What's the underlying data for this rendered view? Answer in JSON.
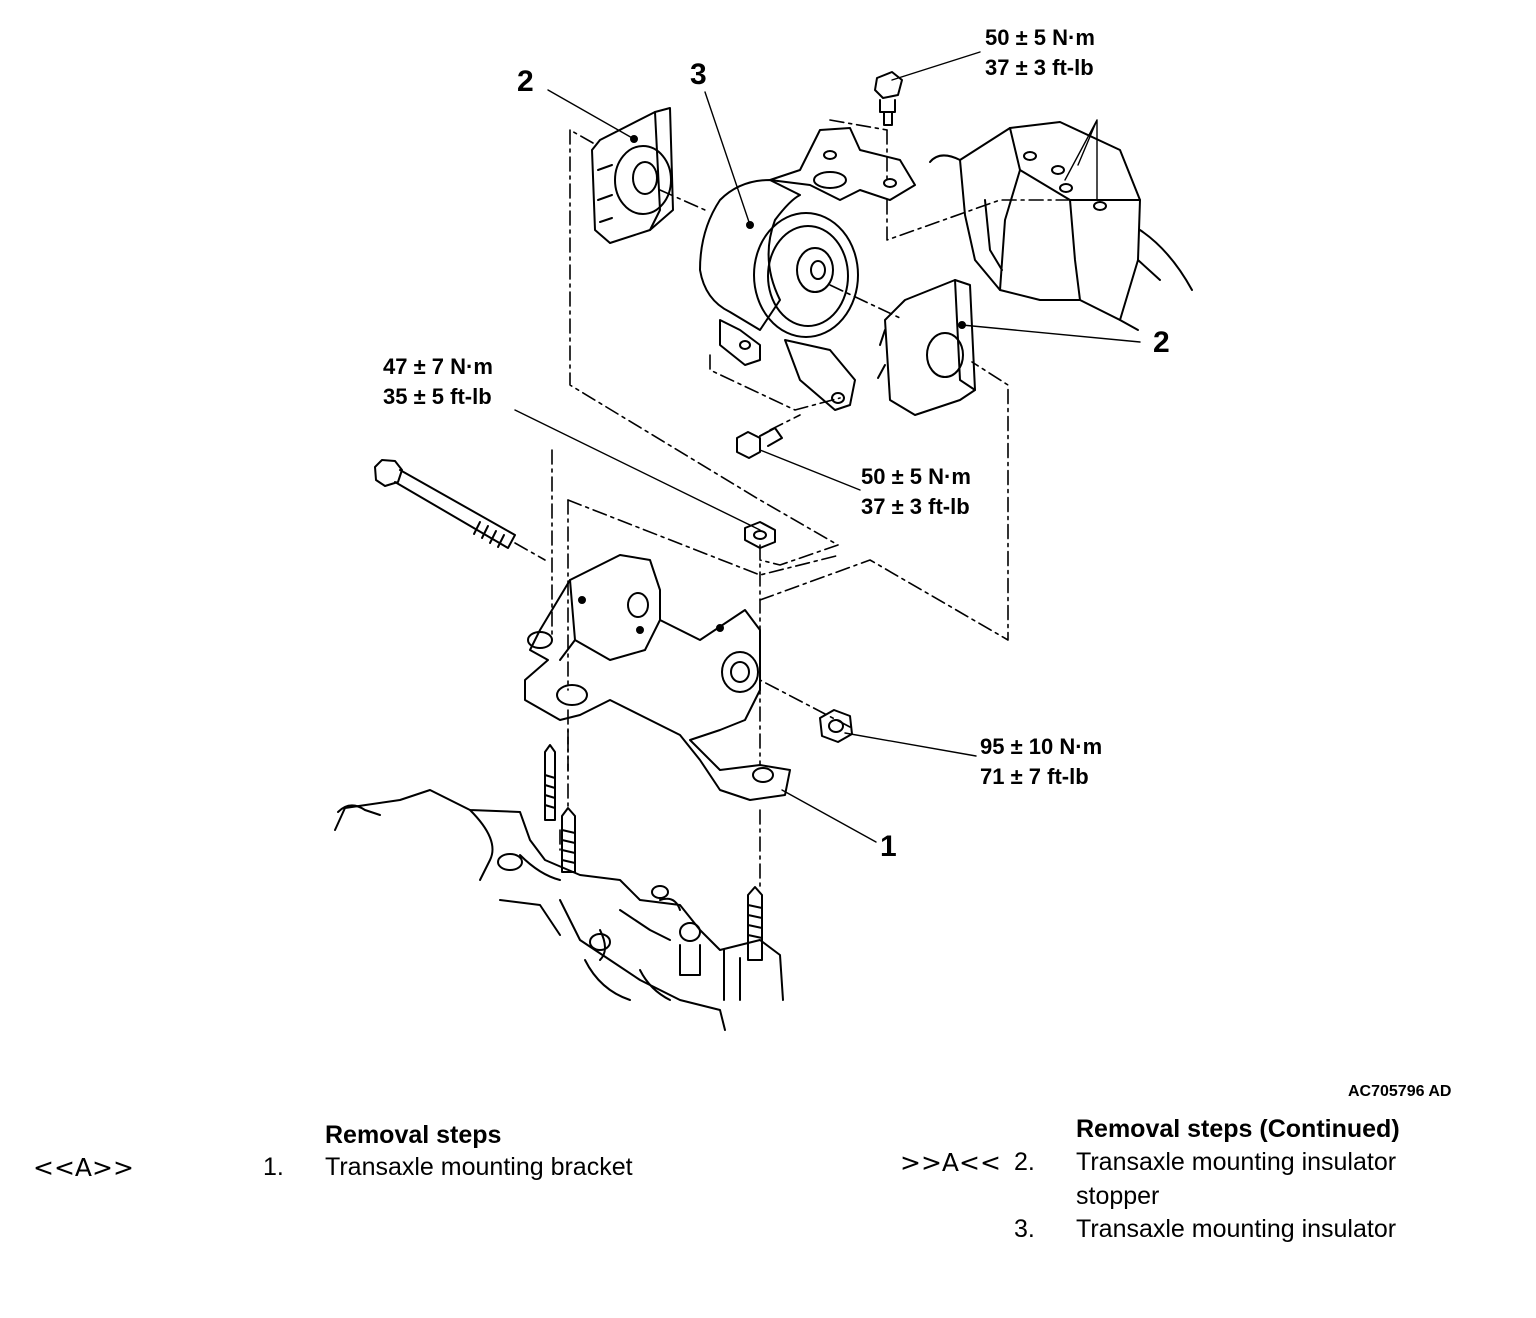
{
  "figure": {
    "id": "AC705796 AD",
    "callouts": [
      {
        "label": "2"
      },
      {
        "label": "3"
      },
      {
        "label": "2"
      },
      {
        "label": "1"
      }
    ],
    "torques": [
      {
        "nm": "50 ± 5 N·m",
        "ftlb": "37 ± 3 ft-lb"
      },
      {
        "nm": "47 ± 7 N·m",
        "ftlb": "35 ± 5 ft-lb"
      },
      {
        "nm": "50 ± 5 N·m",
        "ftlb": "37 ± 3 ft-lb"
      },
      {
        "nm": "95 ± 10 N·m",
        "ftlb": "71 ± 7 ft-lb"
      }
    ]
  },
  "steps": {
    "left_header": "Removal steps",
    "right_header": "Removal steps (Continued)",
    "items": [
      {
        "mark": "<<A>>",
        "num": "1.",
        "text": "Transaxle mounting bracket"
      },
      {
        "mark": ">>A<<",
        "num": "2.",
        "text_line1": "Transaxle mounting insulator",
        "text_line2": "stopper"
      },
      {
        "mark": "",
        "num": "3.",
        "text": "Transaxle mounting insulator"
      }
    ]
  }
}
